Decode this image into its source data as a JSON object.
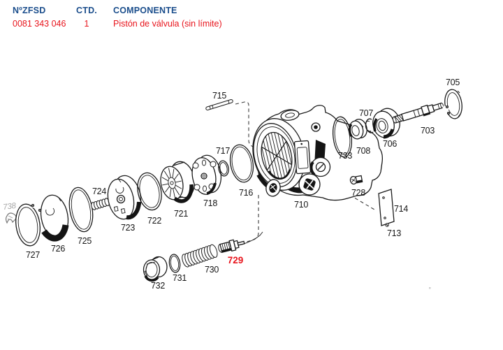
{
  "header": {
    "columns": {
      "part_no": "NºZFSD",
      "qty": "CTD.",
      "component": "COMPONENTE"
    },
    "row": {
      "part_no": "0081 343 046",
      "qty": "1",
      "component": "Pistón de válvula (sin límite)"
    }
  },
  "colors": {
    "header_blue": "#1b4e8c",
    "highlight_red": "#e8141c",
    "line_art": "#1a1a1a",
    "ghost_gray": "#a8a8a8"
  },
  "highlighted_part": "729",
  "ghost_part": "738",
  "labels": {
    "703": "703",
    "705": "705",
    "706": "706",
    "707": "707",
    "708": "708",
    "710": "710",
    "713": "713",
    "714": "714",
    "715": "715",
    "716": "716",
    "717": "717",
    "718": "718",
    "721": "721",
    "722": "722",
    "723": "723",
    "724": "724",
    "725": "725",
    "726": "726",
    "727": "727",
    "728": "728",
    "729": "729",
    "730": "730",
    "731": "731",
    "732": "732",
    "733": "733",
    "738": "738"
  }
}
